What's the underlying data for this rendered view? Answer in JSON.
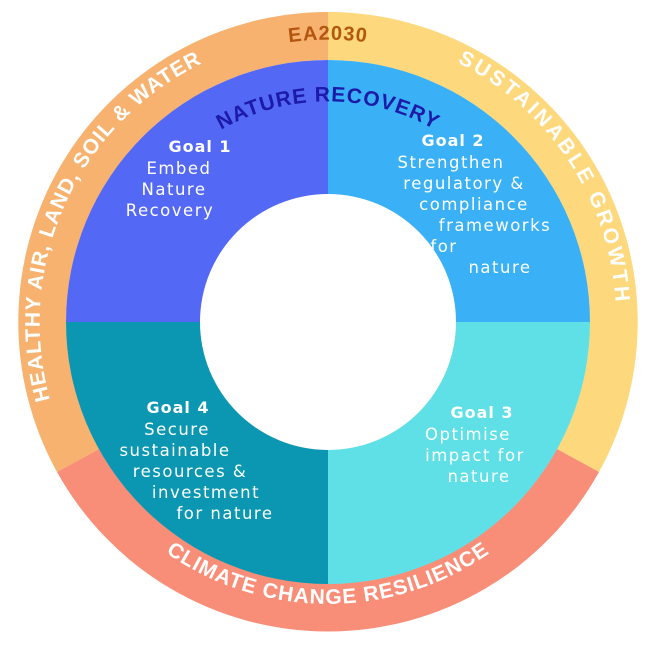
{
  "ring": {
    "top_label": "EA2030",
    "left": "HEALTHY AIR, LAND, SOIL & WATER",
    "right": "SUSTAINABLE GROWTH",
    "bottom": "CLIMATE CHANGE RESILIENCE",
    "inner_title": "NATURE RECOVERY"
  },
  "goals": [
    {
      "title": "Goal 1",
      "lines": [
        "Embed",
        "Nature",
        "Recovery"
      ]
    },
    {
      "title": "Goal 2",
      "lines": [
        "Strengthen",
        "regulatory &",
        "compliance",
        "frameworks",
        "for",
        "nature"
      ]
    },
    {
      "title": "Goal 3",
      "lines": [
        "Optimise",
        "impact for",
        "nature"
      ]
    },
    {
      "title": "Goal 4",
      "lines": [
        "Secure",
        "sustainable",
        "resources &",
        "investment",
        "for nature"
      ]
    }
  ],
  "colors": {
    "orange": "#f6b26e",
    "yellow": "#fdd87c",
    "coral": "#f98e78",
    "goal1": "#5468f6",
    "goal2": "#3ab1f6",
    "goal3": "#5ee0e6",
    "goal4": "#0b97b1"
  }
}
